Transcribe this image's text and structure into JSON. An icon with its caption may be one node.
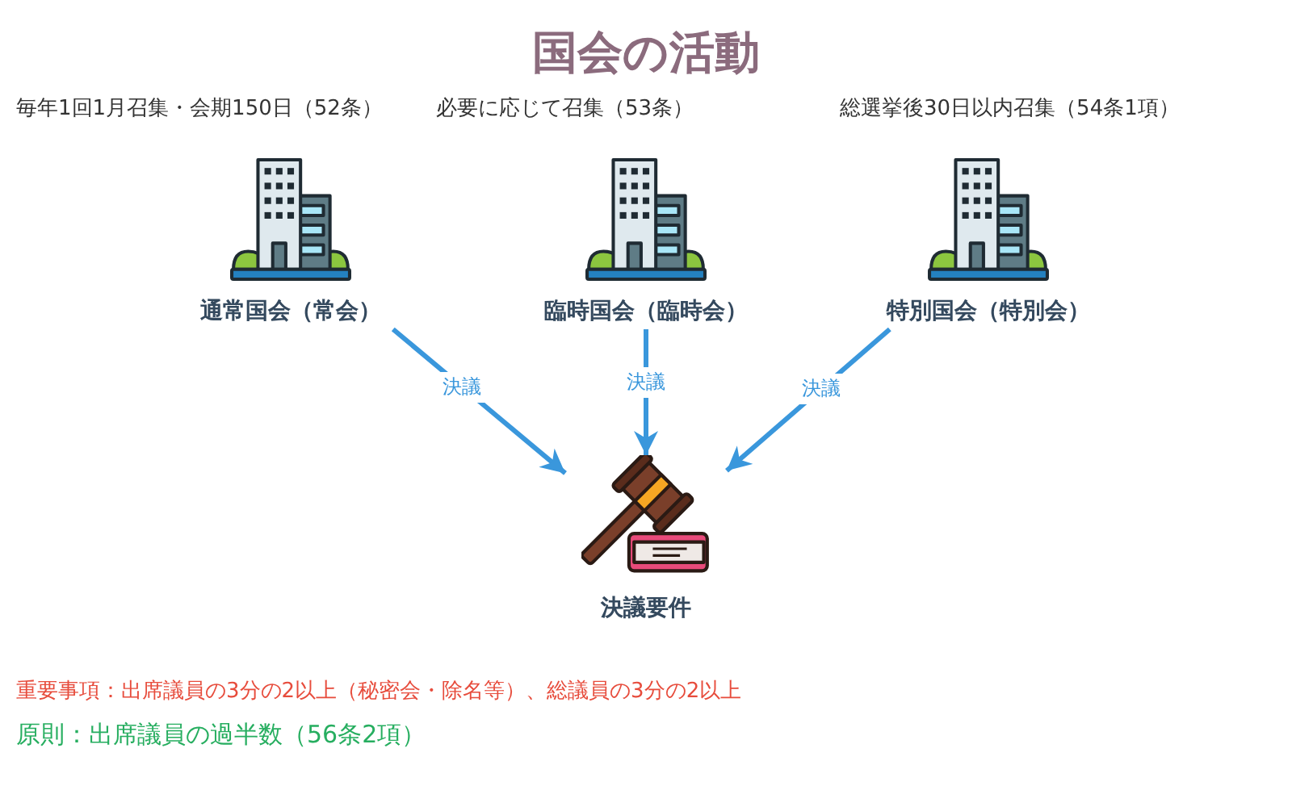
{
  "diagram": {
    "title": "国会の活動",
    "nodes": [
      {
        "text": [
          "通常国会（常会）"
        ],
        "beside": [
          "毎年1回1月召集・会期150日（52条）"
        ]
      },
      {
        "text": [
          "臨時国会（臨時会）"
        ],
        "beside": [
          "必要に応じて召集（53条）"
        ]
      },
      {
        "text": [
          "特別国会（特別会）"
        ],
        "beside": [
          "総選挙後30日以内召集（54条1項）"
        ]
      },
      {
        "text": [
          "決議要件"
        ]
      }
    ],
    "edges": [
      {
        "from": 0,
        "to": 3,
        "arrow": "to",
        "label": "決議"
      },
      {
        "from": 1,
        "to": 3,
        "arrow": "to",
        "label": "決議"
      },
      {
        "from": 2,
        "to": 3,
        "arrow": "to",
        "label": "決議"
      }
    ],
    "labels": [
      "重要事項：出席議員の3分の2以上（秘密会・除名等）、総議員の3分の2以上",
      "原則：出席議員の過半数（56条2項）"
    ]
  }
}
